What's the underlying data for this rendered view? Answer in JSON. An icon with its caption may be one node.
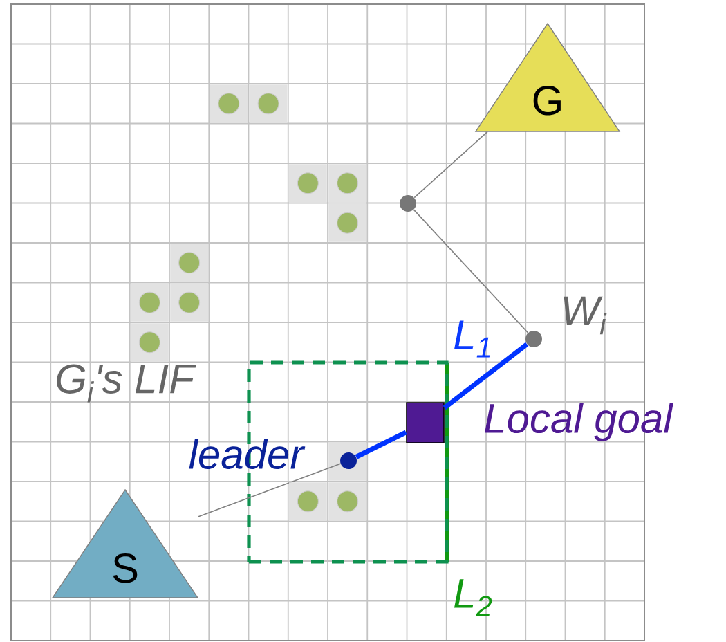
{
  "diagram": {
    "nodes": [
      {
        "text": [
          "G"
        ]
      },
      {
        "text": [],
        "shape": "circle"
      },
      {
        "text": [],
        "shape": "circle",
        "beside": [
          "W$_{i}$"
        ]
      },
      {
        "text": [
          "G$_{i}$'s LIF"
        ]
      },
      {
        "text": [],
        "shape": "box",
        "beside": [
          "Local goal"
        ],
        "in": 3
      },
      {
        "text": [],
        "shape": "circle",
        "beside": [
          "leader"
        ],
        "in": 3
      },
      {
        "text": [
          "S"
        ]
      }
    ],
    "edges": [
      {
        "from": 0,
        "to": 1,
        "arrow": "none"
      },
      {
        "from": 1,
        "to": 2,
        "arrow": "none"
      },
      {
        "from": 5,
        "to": 4,
        "arrow": "none",
        "style": "thick",
        "color": "#0033ff"
      },
      {
        "from": 4,
        "to": 2,
        "arrow": "none",
        "style": "thick",
        "color": "#0033ff"
      },
      {
        "from": 6,
        "to": 5,
        "arrow": "none"
      }
    ],
    "labels": [
      "L$_{1}$",
      "L$_{2}$"
    ]
  }
}
